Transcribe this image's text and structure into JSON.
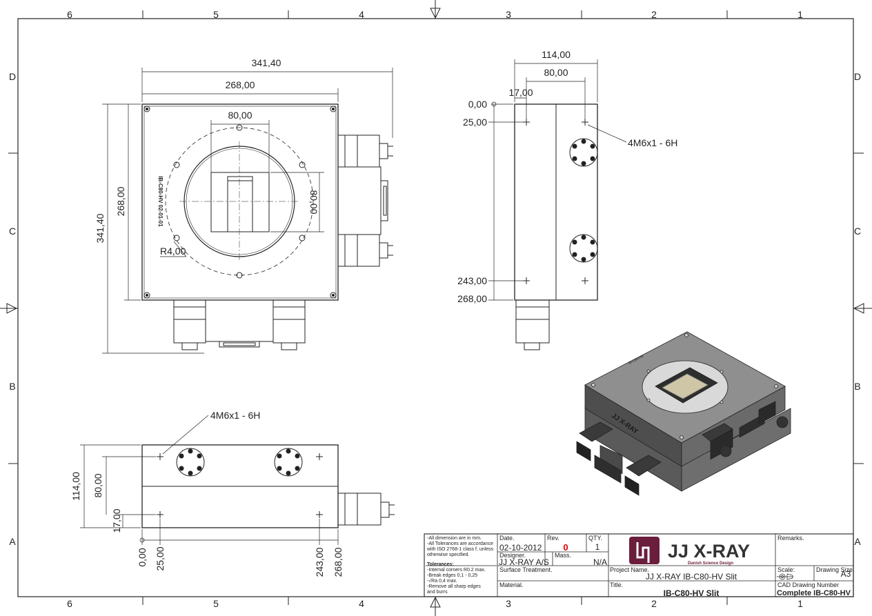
{
  "grid": {
    "columns": [
      "6",
      "5",
      "4",
      "3",
      "2",
      "1"
    ],
    "rows": [
      "D",
      "C",
      "B",
      "A"
    ]
  },
  "front_view": {
    "width_outer": "341,40",
    "width_body": "268,00",
    "hole_spacing": "80,00",
    "height_outer": "341,40",
    "height_body": "268,00",
    "hole_spacing_vertical": "80,00",
    "radius": "R4,00",
    "engraving": "IB-C80-HV  02-01-01"
  },
  "side_view": {
    "width_total": "114,00",
    "hole_spacing": "80,00",
    "offset": "17,00",
    "y_positions": [
      "0,00",
      "25,00",
      "243,00",
      "268,00"
    ],
    "thread_label": "4M6x1 - 6H"
  },
  "bottom_view": {
    "thread_label": "4M6x1 - 6H",
    "v_labels": [
      "114,00",
      "80,00",
      "17,00"
    ],
    "x_labels": [
      "0,00",
      "25,00",
      "243,00",
      "268,00"
    ]
  },
  "iso_view": {
    "brand_on_part": "JJ X-RAY",
    "engraving": "IB-C80-HV"
  },
  "title_block": {
    "notes": [
      "-All dimension are in mm.",
      "-All Tolerances are accordance",
      "with ISO 2768-1 class f, unless",
      "otherwise specified."
    ],
    "tolerances_heading": "Tolerances:",
    "tolerances": [
      "-Internal corners R0.2 max.",
      "-Break edges 0,1 - 0,25",
      "-√Ra 0,4 max.",
      "-Remove all sharp edges",
      "and burrs"
    ],
    "date_label": "Date.",
    "date": "02-10-2012",
    "rev_label": "Rev.",
    "rev": "0",
    "qty_label": "QTY.",
    "qty": "1",
    "designer_label": "Designer.",
    "designer": "JJ X-RAY A/S",
    "mass_label": "Mass.",
    "mass": "N/A",
    "surface_label": "Surface Treatment.",
    "material_label": "Material.",
    "logo_text": "JJ X-RAY",
    "logo_sub": "Danish Science Design",
    "project_label": "Project Name.",
    "project": "JJ X-RAY IB-C80-HV Slit",
    "title_label": "Title.",
    "title": "IB-C80-HV Slit",
    "remarks_label": "Remarks.",
    "scale_label": "Scale:",
    "drawing_size_label": "Drawing Size.",
    "drawing_size": "A3",
    "cad_label": "CAD Drawing Number",
    "cad_number": "Complete IB-C80-HV"
  },
  "colors": {
    "line": "#222222",
    "accent": "#e00000",
    "logo": "#6b1d3c",
    "metal_top": "#8c8c8c",
    "metal_side": "#5e5e5e"
  }
}
